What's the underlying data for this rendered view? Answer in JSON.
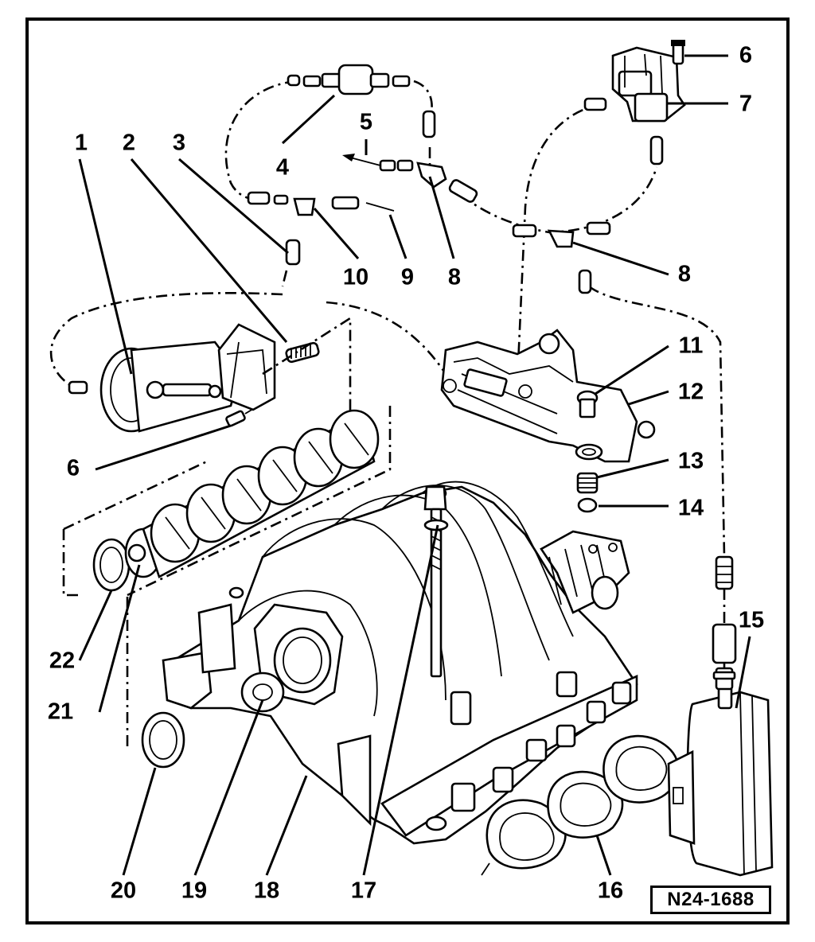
{
  "figure": {
    "reference_code": "N24-1688",
    "callouts": {
      "c1": "1",
      "c2": "2",
      "c3": "3",
      "c4": "4",
      "c5": "5",
      "c6a": "6",
      "c6b": "6",
      "c7": "7",
      "c8a": "8",
      "c8b": "8",
      "c9": "9",
      "c10": "10",
      "c11": "11",
      "c12": "12",
      "c13": "13",
      "c14": "14",
      "c15": "15",
      "c16": "16",
      "c17": "17",
      "c18": "18",
      "c19": "19",
      "c20": "20",
      "c21": "21",
      "c22": "22"
    }
  }
}
